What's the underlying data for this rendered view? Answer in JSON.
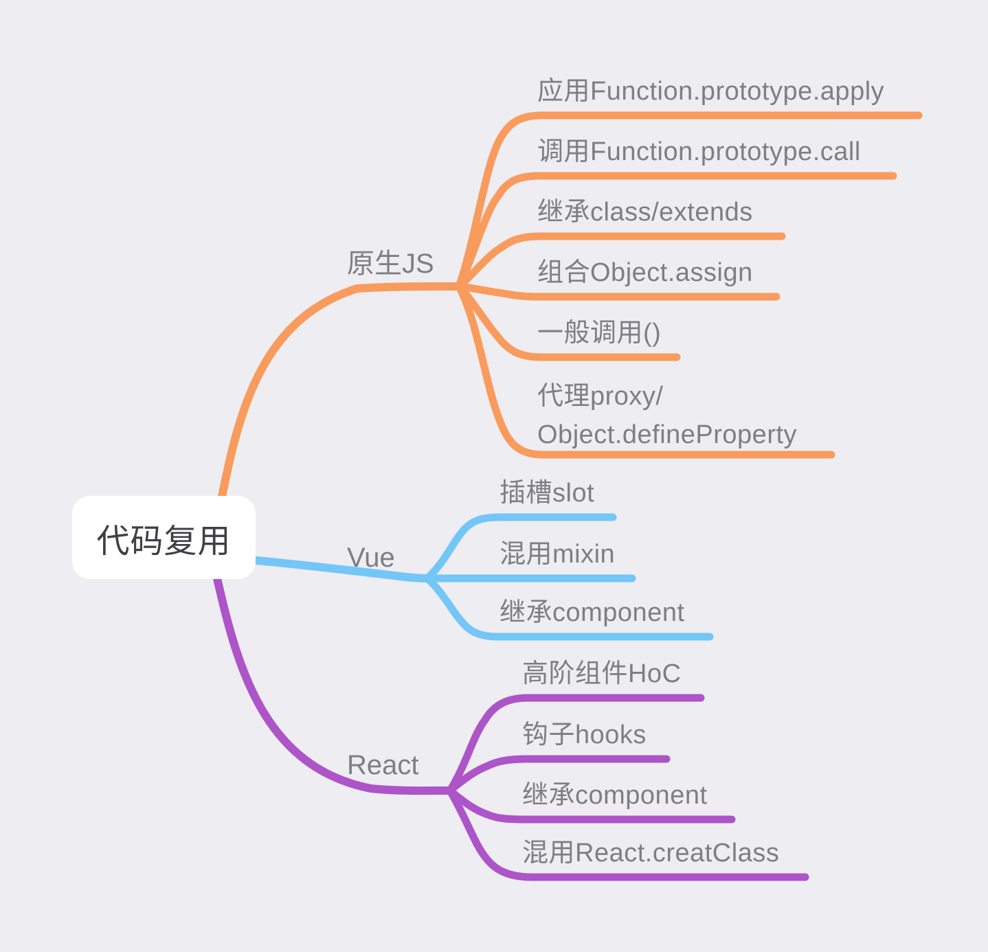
{
  "app": {
    "background": "#EEEDF2"
  },
  "palette": {
    "orange": "#F89B5C",
    "blue": "#73C6F6",
    "purple": "#AC54C8",
    "node_text": "#7E7E85",
    "root_text": "#3F3F45",
    "root_bg": "#FFFFFF"
  },
  "root": {
    "label": "代码复用"
  },
  "branches": [
    {
      "label": "原生JS",
      "color_key": "orange",
      "children": [
        {
          "label": "应用Function.prototype.apply"
        },
        {
          "label": "调用Function.prototype.call"
        },
        {
          "label": "继承class/extends"
        },
        {
          "label": "组合Object.assign"
        },
        {
          "label": "一般调用()"
        },
        {
          "label": "代理proxy/\nObject.defineProperty"
        }
      ]
    },
    {
      "label": "Vue",
      "color_key": "blue",
      "children": [
        {
          "label": "插槽slot"
        },
        {
          "label": "混用mixin"
        },
        {
          "label": "继承component"
        }
      ]
    },
    {
      "label": "React",
      "color_key": "purple",
      "children": [
        {
          "label": "高阶组件HoC"
        },
        {
          "label": "钩子hooks"
        },
        {
          "label": "继承component"
        },
        {
          "label": "混用React.creatClass"
        }
      ]
    }
  ]
}
